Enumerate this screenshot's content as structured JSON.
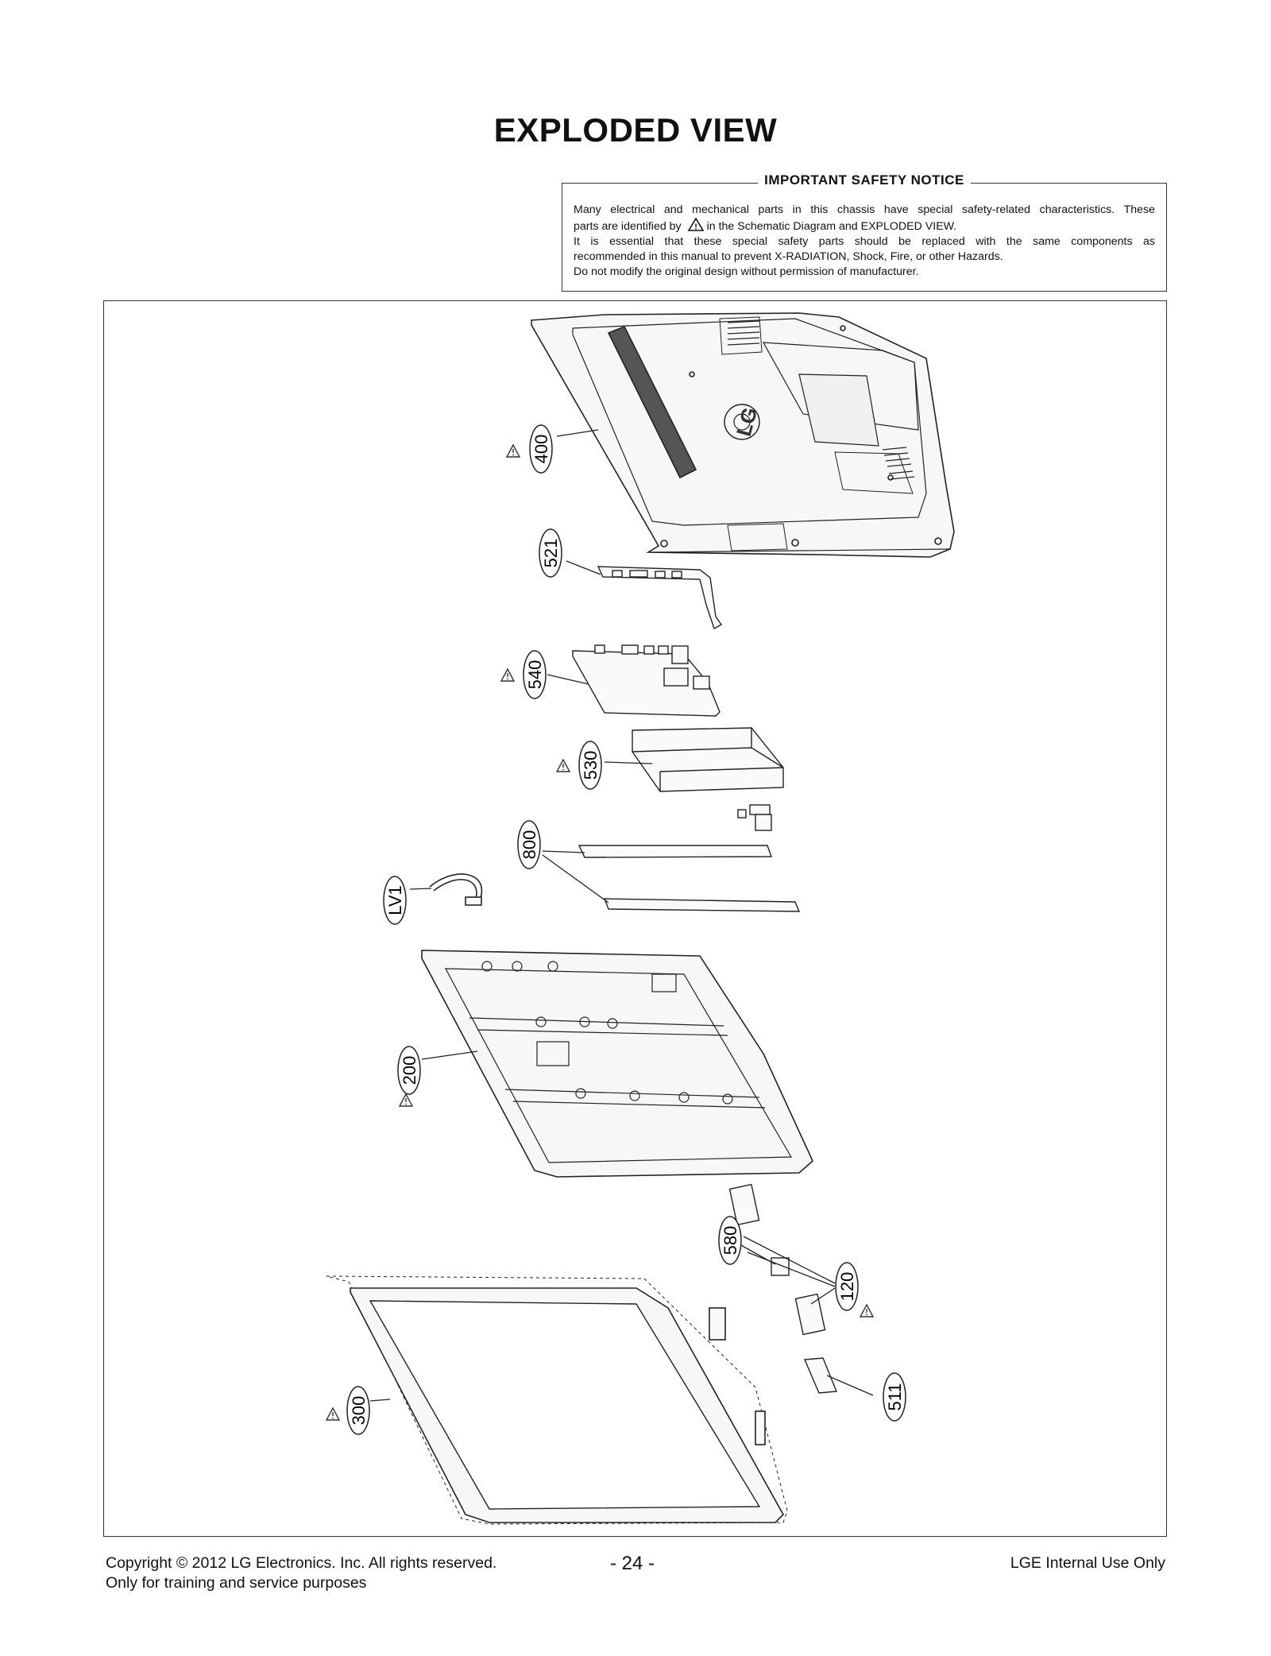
{
  "title": "EXPLODED VIEW",
  "safety_notice": {
    "heading": "IMPORTANT SAFETY NOTICE",
    "line1": "Many electrical and mechanical parts in this chassis have special safety-related characteristics. These",
    "line2_pre": "parts are identified by",
    "line2_post": "in the Schematic Diagram and EXPLODED VIEW.",
    "line3": "It is essential that these special safety parts should be replaced with the same components as",
    "line4": "recommended in this manual to prevent X-RADIATION, Shock, Fire, or other Hazards.",
    "line5": "Do not modify the original design without permission of manufacturer."
  },
  "part_labels": {
    "p400": "400",
    "p521": "521",
    "p540": "540",
    "p530": "530",
    "p800": "800",
    "pLV1": "LV1",
    "p200": "200",
    "p580": "580",
    "p120": "120",
    "p511": "511",
    "p300": "300"
  },
  "logo_text": "LG",
  "warning_icon": "warning-triangle-icon",
  "footer": {
    "copyright": "Copyright © 2012 LG Electronics. Inc. All rights reserved.",
    "purpose": "Only for training and service purposes",
    "page": "- 24 -",
    "internal": "LGE Internal Use Only"
  }
}
